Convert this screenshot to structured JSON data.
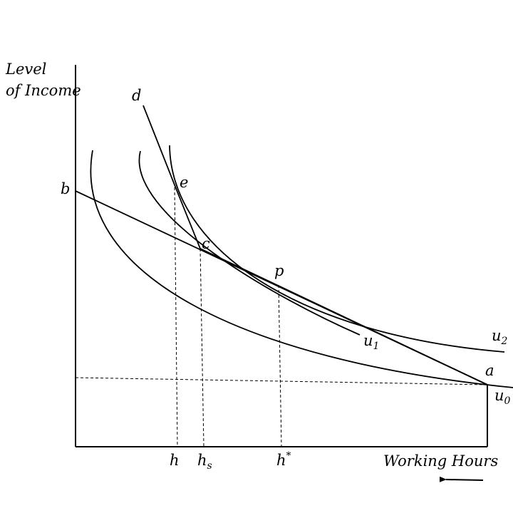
{
  "diagram": {
    "y_axis_label_line1": "Level",
    "y_axis_label_line2": "of Income",
    "x_axis_label": "Working Hours",
    "points": {
      "a": "a",
      "b": "b",
      "c": "c",
      "d": "d",
      "e": "e",
      "p": "p"
    },
    "curves": {
      "u0": {
        "base": "u",
        "sub": "0"
      },
      "u1": {
        "base": "u",
        "sub": "1"
      },
      "u2": {
        "base": "u",
        "sub": "2"
      }
    },
    "x_ticks": {
      "h": {
        "base": "h"
      },
      "hs": {
        "base": "h",
        "sub": "s"
      },
      "hstar": {
        "base": "h",
        "sup": "*"
      }
    },
    "direction_arrow": "leftward"
  }
}
